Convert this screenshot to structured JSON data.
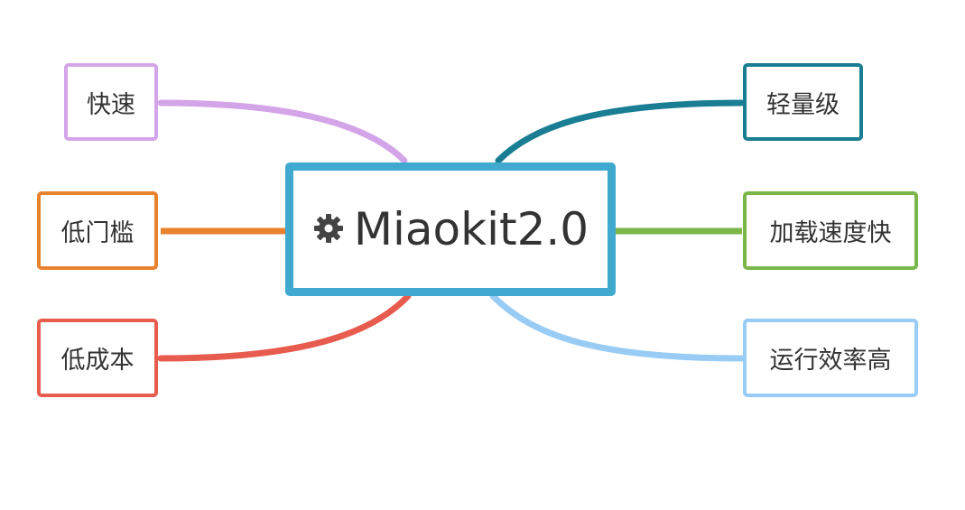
{
  "center": {
    "label": "Miaokit2.0",
    "icon": "gear-icon",
    "border_color": "#3fa9cf"
  },
  "branches": [
    {
      "id": "fast",
      "label": "快速",
      "side": "left",
      "color": "#d4a4e8"
    },
    {
      "id": "low-barrier",
      "label": "低门槛",
      "side": "left",
      "color": "#e8822d"
    },
    {
      "id": "low-cost",
      "label": "低成本",
      "side": "left",
      "color": "#e85c4f"
    },
    {
      "id": "lightweight",
      "label": "轻量级",
      "side": "right",
      "color": "#197e93"
    },
    {
      "id": "fast-loading",
      "label": "加载速度快",
      "side": "right",
      "color": "#7ab648"
    },
    {
      "id": "efficient",
      "label": "运行效率高",
      "side": "right",
      "color": "#99ccf5"
    }
  ]
}
